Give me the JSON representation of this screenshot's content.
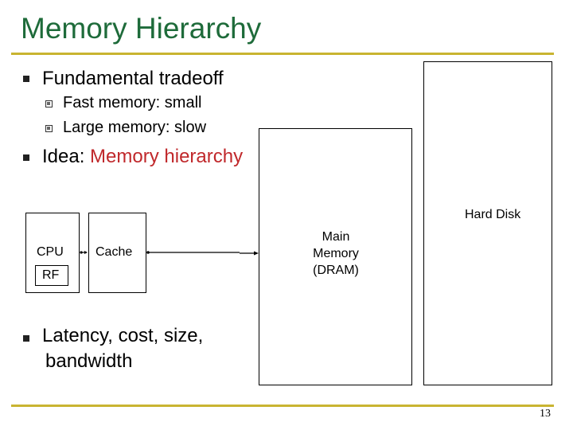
{
  "title": "Memory Hierarchy",
  "bullets": {
    "b1": "Fundamental tradeoff",
    "b1_sub1": "Fast memory: small",
    "b1_sub2": "Large memory: slow",
    "b2_prefix": "Idea: ",
    "b2_highlight": "Memory hierarchy",
    "b3_line1": "Latency, cost, size,",
    "b3_line2": "bandwidth"
  },
  "diagram": {
    "cpu": "CPU",
    "rf": "RF",
    "cache": "Cache",
    "main_line1": "Main",
    "main_line2": "Memory",
    "main_line3": "(DRAM)",
    "hard_disk": "Hard Disk"
  },
  "page_number": "13",
  "colors": {
    "title": "#1e6b3a",
    "rule": "#c9b431",
    "highlight": "#c0282b"
  }
}
